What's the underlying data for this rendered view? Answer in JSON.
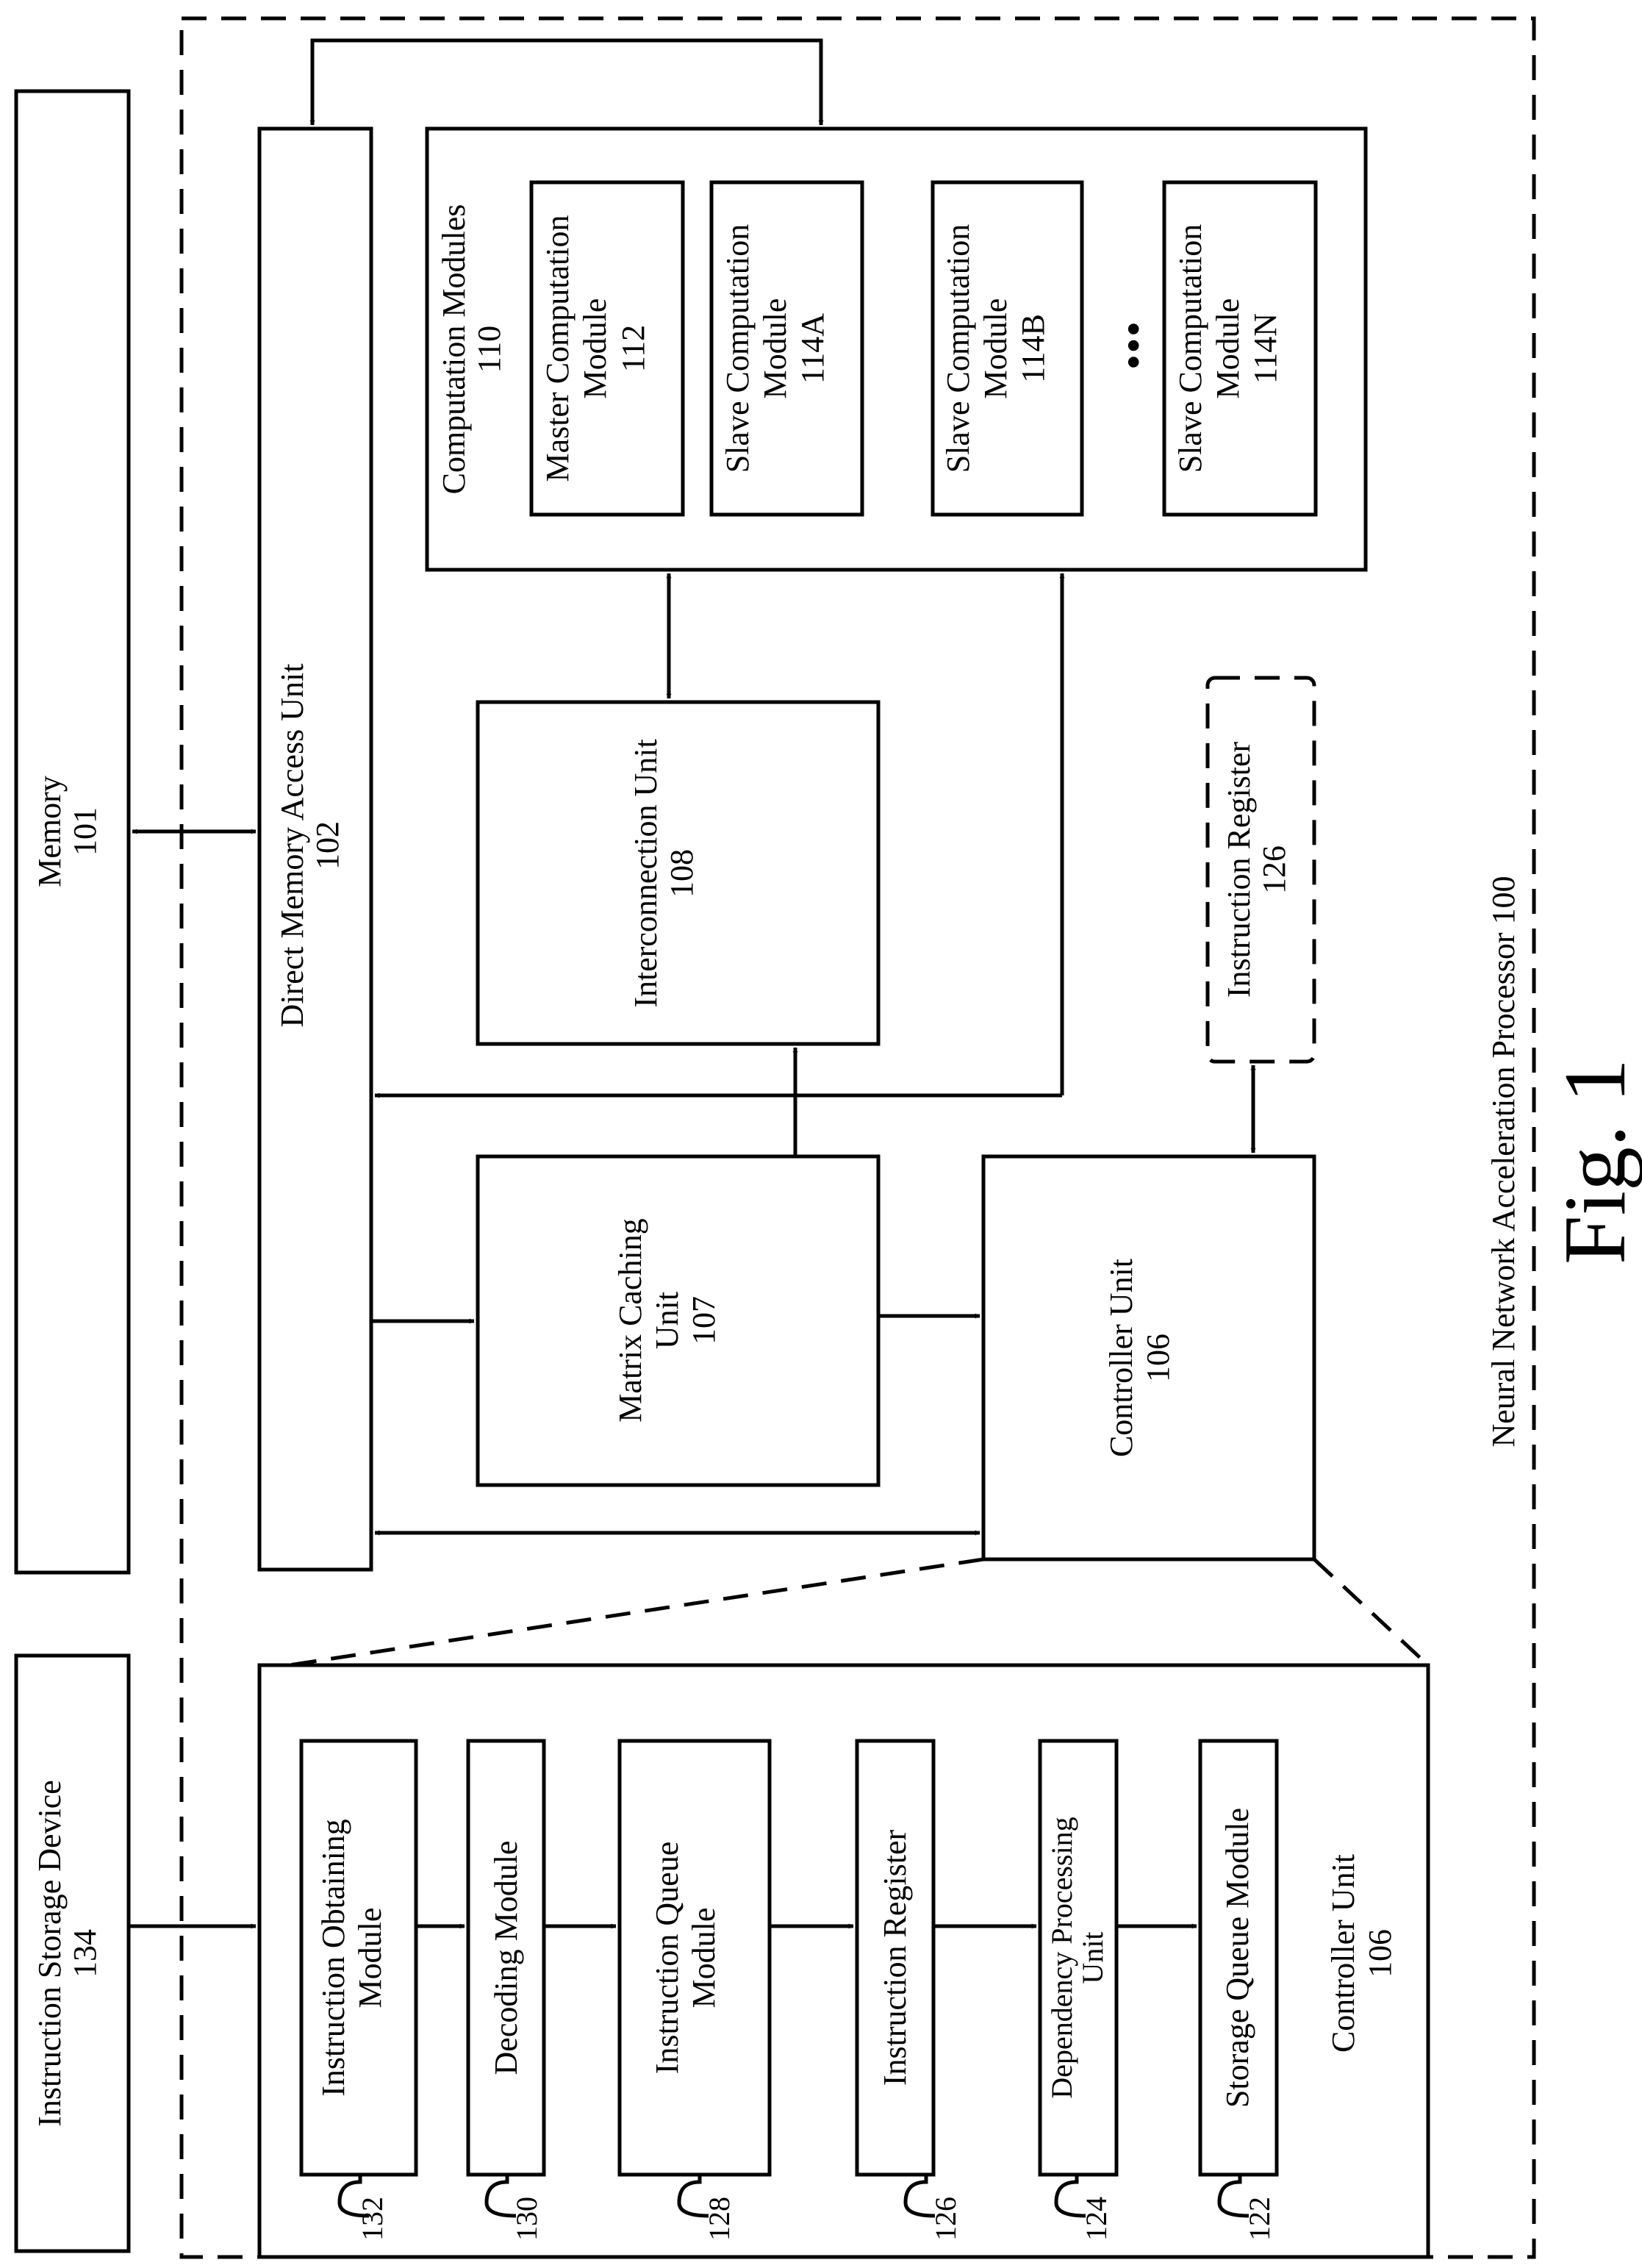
{
  "figure": {
    "caption": "Fig. 1",
    "processor_label": "Neural Network Acceleration Processor 100"
  },
  "memory": {
    "name": "Memory",
    "number": "101"
  },
  "instruction_storage_device": {
    "name": "Instruction Storage Device",
    "number": "134"
  },
  "dma_unit": {
    "name": "Direct Memory Access Unit",
    "number": "102"
  },
  "computation_modules": {
    "title": "Computation Modules",
    "number": "110",
    "master": {
      "line1": "Master Computation",
      "line2": "Module",
      "number": "112"
    },
    "slave_a": {
      "line1": "Slave Computation",
      "line2": "Module",
      "number": "114A"
    },
    "slave_b": {
      "line1": "Slave Computation",
      "line2": "Module",
      "number": "114B"
    },
    "slave_n": {
      "line1": "Slave Computation",
      "line2": "Module",
      "number": "114N"
    },
    "ellipsis": "..."
  },
  "interconnection_unit": {
    "name": "Interconnection Unit",
    "number": "108"
  },
  "matrix_caching_unit": {
    "line1": "Matrix Caching",
    "line2": "Unit",
    "number": "107"
  },
  "controller_unit": {
    "name": "Controller Unit",
    "number": "106"
  },
  "instruction_register_top": {
    "name": "Instruction Register",
    "number": "126"
  },
  "controller_detail": {
    "title": "Controller Unit",
    "number": "106",
    "modules": [
      {
        "line1": "Instruction Obtaining",
        "line2": "Module",
        "ref": "132"
      },
      {
        "line1": "Decoding Module",
        "line2": "",
        "ref": "130"
      },
      {
        "line1": "Instruction Queue",
        "line2": "Module",
        "ref": "128"
      },
      {
        "line1": "Instruction Register",
        "line2": "",
        "ref": "126"
      },
      {
        "line1": "Dependency Processing",
        "line2": "Unit",
        "ref": "124"
      },
      {
        "line1": "Storage Queue Module",
        "line2": "",
        "ref": "122"
      }
    ]
  }
}
